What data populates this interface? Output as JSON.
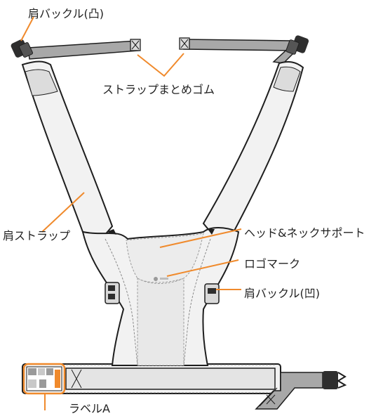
{
  "labels": {
    "shoulder_buckle_convex": "肩バックル(凸)",
    "strap_keeper_elastic": "ストラップまとめゴム",
    "shoulder_strap": "肩ストラップ",
    "head_neck_support": "ヘッド&ネックサポート",
    "logo_mark": "ロゴマーク",
    "shoulder_buckle_concave": "肩バックル(凹)",
    "label_a": "ラベルA"
  },
  "colors": {
    "leader_line": "#f08a2c",
    "fabric_light": "#f2f2f2",
    "fabric_mid": "#d9d9d9",
    "strap_gray": "#a8a8a8",
    "outline": "#1e1e1e",
    "buckle_dark": "#2e2e2e"
  }
}
